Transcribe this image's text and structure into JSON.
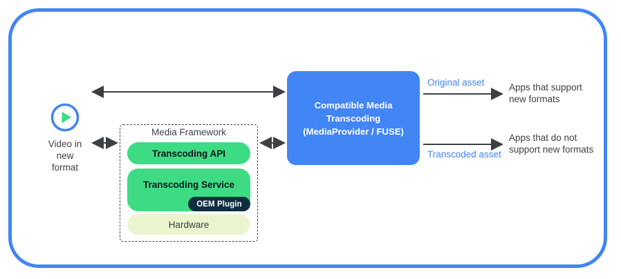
{
  "diagram": {
    "title_hidden": "",
    "colors": {
      "frame_blue": "#4285f4",
      "box_blue": "#4285f4",
      "green": "#3ddc84",
      "navy": "#0f2f40",
      "pale_green": "#eaf5cf",
      "text_dark": "#3c4043",
      "arrow": "#3c4043"
    },
    "source": {
      "icon": "play-circle-icon",
      "caption": "Video in\nnew\nformat"
    },
    "media_framework": {
      "title": "Media Framework",
      "boxes": [
        {
          "label": "Transcoding API"
        },
        {
          "label": "Transcoding Service"
        },
        {
          "label": "OEM Plugin"
        },
        {
          "label": "Hardware"
        }
      ]
    },
    "central": {
      "label": "Compatible Media\nTranscoding\n(MediaProvider / FUSE)"
    },
    "outputs": [
      {
        "asset_label": "Original asset",
        "apps_label": "Apps that support\nnew formats"
      },
      {
        "asset_label": "Transcoded asset",
        "apps_label": "Apps that do not\nsupport new formats"
      }
    ],
    "connectors": [
      {
        "name": "video-to-cmt",
        "style": "double-headed"
      },
      {
        "name": "video-to-media-framework",
        "style": "double-headed"
      },
      {
        "name": "media-framework-to-cmt",
        "style": "double-headed"
      },
      {
        "name": "cmt-to-apps-top",
        "style": "single-headed"
      },
      {
        "name": "cmt-to-apps-bottom",
        "style": "single-headed"
      }
    ]
  }
}
